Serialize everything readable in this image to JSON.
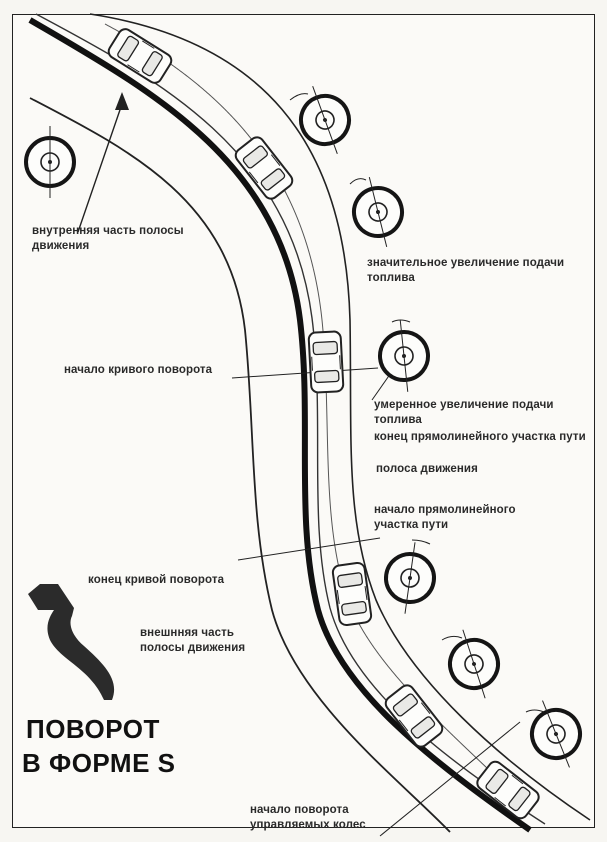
{
  "diagram": {
    "title_lines": [
      "ПОВОРОТ",
      "В ФОРМЕ S"
    ],
    "labels": {
      "inner_lane": [
        "внутренняя часть полосы",
        "движения"
      ],
      "significant_throttle": [
        "значительное увеличение подачи",
        "топлива"
      ],
      "curve_start": "начало кривого поворота",
      "moderate_throttle": [
        "умеренное увеличение подачи",
        "топлива"
      ],
      "straight_end": "конец прямолинейного участка пути",
      "lane": "полоса движения",
      "straight_start": [
        "начало прямолинейного",
        "участка пути"
      ],
      "curve_end": "конец кривой поворота",
      "outer_lane": [
        "внешнняя часть",
        "полосы движения"
      ],
      "wheel_turn_start": [
        "начало поворота",
        "управляемых колес"
      ]
    },
    "colors": {
      "ink": "#1c1c1c",
      "paper": "#fbfaf7",
      "arrow": "#2b2b2b"
    }
  }
}
